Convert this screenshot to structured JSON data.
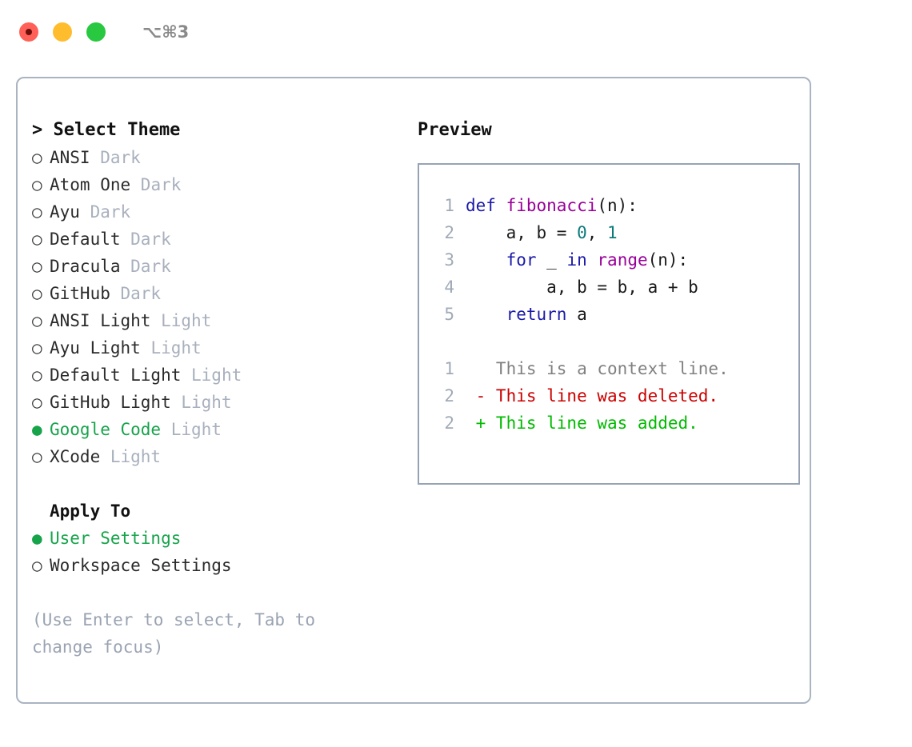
{
  "titlebar": {
    "shortcut": "⌥⌘3",
    "lights": [
      {
        "name": "close",
        "color": "#ff6058"
      },
      {
        "name": "minimize",
        "color": "#ffbd2e"
      },
      {
        "name": "maximize",
        "color": "#28c840"
      }
    ]
  },
  "theme_picker": {
    "heading": "> Select Theme",
    "marker_selected": "●",
    "marker_unselected": "○",
    "accent_color": "#16a34a",
    "items": [
      {
        "label": "ANSI",
        "kind": "Dark",
        "selected": false
      },
      {
        "label": "Atom One",
        "kind": "Dark",
        "selected": false
      },
      {
        "label": "Ayu",
        "kind": "Dark",
        "selected": false
      },
      {
        "label": "Default",
        "kind": "Dark",
        "selected": false
      },
      {
        "label": "Dracula",
        "kind": "Dark",
        "selected": false
      },
      {
        "label": "GitHub",
        "kind": "Dark",
        "selected": false
      },
      {
        "label": "ANSI Light",
        "kind": "Light",
        "selected": false
      },
      {
        "label": "Ayu Light",
        "kind": "Light",
        "selected": false
      },
      {
        "label": "Default Light",
        "kind": "Light",
        "selected": false
      },
      {
        "label": "GitHub Light",
        "kind": "Light",
        "selected": false
      },
      {
        "label": "Google Code",
        "kind": "Light",
        "selected": true
      },
      {
        "label": "XCode",
        "kind": "Light",
        "selected": false
      }
    ]
  },
  "apply_to": {
    "title": "Apply To",
    "items": [
      {
        "label": "User Settings",
        "selected": true
      },
      {
        "label": "Workspace Settings",
        "selected": false
      }
    ]
  },
  "hint": "(Use Enter to select, Tab to change focus)",
  "preview": {
    "title": "Preview",
    "code_lines": [
      {
        "number": "1",
        "tokens": [
          {
            "text": "def ",
            "type": "kw"
          },
          {
            "text": "fibonacci",
            "type": "fn"
          },
          {
            "text": "(n):",
            "type": "pln"
          }
        ]
      },
      {
        "number": "2",
        "tokens": [
          {
            "text": "    a, b = ",
            "type": "pln"
          },
          {
            "text": "0",
            "type": "num"
          },
          {
            "text": ", ",
            "type": "pln"
          },
          {
            "text": "1",
            "type": "num"
          }
        ]
      },
      {
        "number": "3",
        "tokens": [
          {
            "text": "    ",
            "type": "pln"
          },
          {
            "text": "for",
            "type": "kw"
          },
          {
            "text": " _ ",
            "type": "pln"
          },
          {
            "text": "in",
            "type": "kw"
          },
          {
            "text": " ",
            "type": "pln"
          },
          {
            "text": "range",
            "type": "fn"
          },
          {
            "text": "(n):",
            "type": "pln"
          }
        ]
      },
      {
        "number": "4",
        "tokens": [
          {
            "text": "        a, b = b, a + b",
            "type": "pln"
          }
        ]
      },
      {
        "number": "5",
        "tokens": [
          {
            "text": "    ",
            "type": "pln"
          },
          {
            "text": "return",
            "type": "kw"
          },
          {
            "text": " a",
            "type": "pln"
          }
        ]
      }
    ],
    "diff_lines": [
      {
        "number": "1",
        "marker": " ",
        "text": "This is a context line.",
        "type": "ctx"
      },
      {
        "number": "2",
        "marker": "-",
        "text": "This line was deleted.",
        "type": "del"
      },
      {
        "number": "2",
        "marker": "+",
        "text": "This line was added.",
        "type": "add"
      }
    ]
  }
}
